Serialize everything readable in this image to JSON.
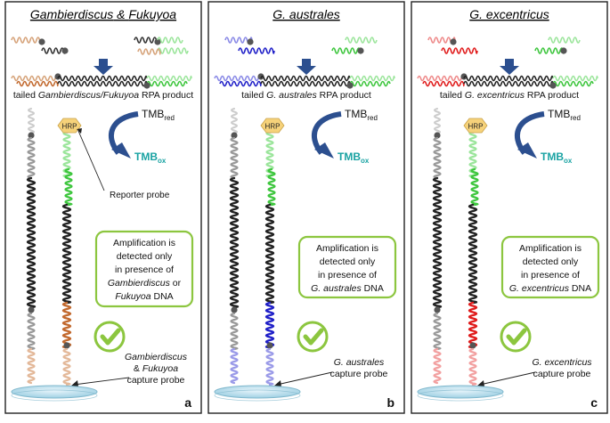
{
  "panels": [
    {
      "id": "a",
      "title_parts": [
        {
          "t": "Gambierdiscus",
          "i": true
        },
        {
          "t": " & ",
          "i": false
        },
        {
          "t": "Fukuyoa",
          "i": true
        }
      ],
      "rpa_parts": [
        {
          "t": "tailed ",
          "i": false
        },
        {
          "t": "Gambierdiscus/Fukuyoa",
          "i": true
        },
        {
          "t": " RPA product",
          "i": false
        }
      ],
      "hrp": "HRP",
      "tmb_red": "TMB",
      "tmb_red_sub": "red",
      "tmb_ox": "TMB",
      "tmb_ox_sub": "ox",
      "reporter": "Reporter probe",
      "box_lines": [
        [
          {
            "t": "Amplification is",
            "i": false
          }
        ],
        [
          {
            "t": "detected only",
            "i": false
          }
        ],
        [
          {
            "t": "in presence of",
            "i": false
          }
        ],
        [
          {
            "t": "Gambierdiscus",
            "i": true
          },
          {
            "t": " or",
            "i": false
          }
        ],
        [
          {
            "t": "Fukuyoa",
            "i": true
          },
          {
            "t": " DNA",
            "i": false
          }
        ]
      ],
      "capture_lines": [
        [
          {
            "t": "Gambierdiscus",
            "i": true
          }
        ],
        [
          {
            "t": "& ",
            "i": false
          },
          {
            "t": "Fukuyoa",
            "i": true
          }
        ],
        [
          {
            "t": "capture probe",
            "i": false
          }
        ]
      ],
      "letter": "a",
      "colors": {
        "tail": "#d6a37a",
        "tail2": "#9be59b",
        "dark": "#c2692e",
        "green": "#3ec63e",
        "capLight": "#e3b899",
        "capDark": "#c2692e"
      }
    },
    {
      "id": "b",
      "title_parts": [
        {
          "t": "G. australes",
          "i": true
        }
      ],
      "rpa_parts": [
        {
          "t": "tailed ",
          "i": false
        },
        {
          "t": "G. australes",
          "i": true
        },
        {
          "t": " RPA product",
          "i": false
        }
      ],
      "hrp": "HRP",
      "tmb_red": "TMB",
      "tmb_red_sub": "red",
      "tmb_ox": "TMB",
      "tmb_ox_sub": "ox",
      "reporter": "",
      "box_lines": [
        [
          {
            "t": "Amplification is",
            "i": false
          }
        ],
        [
          {
            "t": "detected only",
            "i": false
          }
        ],
        [
          {
            "t": "in presence of",
            "i": false
          }
        ],
        [
          {
            "t": "G. australes",
            "i": true
          },
          {
            "t": " DNA",
            "i": false
          }
        ]
      ],
      "capture_lines": [
        [
          {
            "t": "G. australes",
            "i": true
          }
        ],
        [
          {
            "t": "capture probe",
            "i": false
          }
        ]
      ],
      "letter": "b",
      "colors": {
        "tail": "#8a8ae6",
        "tail2": "#9be59b",
        "dark": "#2020c8",
        "green": "#3ec63e",
        "capLight": "#9a9ae8",
        "capDark": "#2020c8"
      }
    },
    {
      "id": "c",
      "title_parts": [
        {
          "t": "G. excentricus",
          "i": true
        }
      ],
      "rpa_parts": [
        {
          "t": "tailed ",
          "i": false
        },
        {
          "t": "G. excentricus",
          "i": true
        },
        {
          "t": " RPA product",
          "i": false
        }
      ],
      "hrp": "HRP",
      "tmb_red": "TMB",
      "tmb_red_sub": "red",
      "tmb_ox": "TMB",
      "tmb_ox_sub": "ox",
      "reporter": "",
      "box_lines": [
        [
          {
            "t": "Amplification is",
            "i": false
          }
        ],
        [
          {
            "t": "detected only",
            "i": false
          }
        ],
        [
          {
            "t": "in presence of",
            "i": false
          }
        ],
        [
          {
            "t": "G. excentricus",
            "i": true
          },
          {
            "t": " DNA",
            "i": false
          }
        ]
      ],
      "capture_lines": [
        [
          {
            "t": "G. excentricus",
            "i": true
          }
        ],
        [
          {
            "t": "capture probe",
            "i": false
          }
        ]
      ],
      "letter": "c",
      "colors": {
        "tail": "#ee8a8a",
        "tail2": "#9be59b",
        "dark": "#e01c1c",
        "green": "#3ec63e",
        "capLight": "#f2a0a0",
        "capDark": "#e01c1c"
      }
    }
  ],
  "style": {
    "border": "#222222",
    "accent_green": "#8cc63f",
    "arrow_blue": "#2c4f8f",
    "tmb_ox_color": "#1aa3a3",
    "hrp_fill": "#f6d27a"
  }
}
